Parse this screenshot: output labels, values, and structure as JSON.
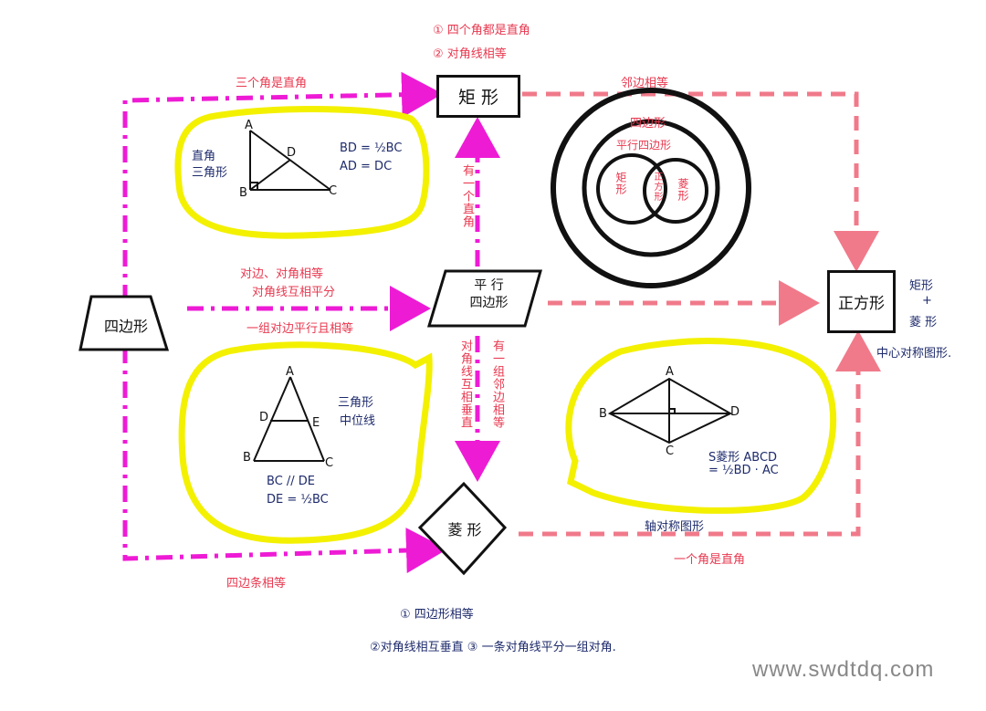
{
  "nodes": {
    "quadrilateral": "四边形",
    "parallelogram_line1": "平  行",
    "parallelogram_line2": "四边形",
    "rectangle": "矩 形",
    "rhombus": "菱 形",
    "square": "正方形"
  },
  "edges": {
    "quad_to_rect": "三个角是直角",
    "quad_to_para_1": "对边、对角相等",
    "quad_to_para_2": "对角线互相平分",
    "quad_to_para_3": "一组对边平行且相等",
    "quad_to_rhombus": "四边条相等",
    "para_to_rect": "有一个直角",
    "para_to_rhombus_a": "对角线互相垂直",
    "para_to_rhombus_b": "有一组邻边相等",
    "rect_to_square": "邻边相等",
    "rhombus_to_square": "一个角是直角"
  },
  "notes": {
    "rect_props_1": "① 四个角都是直角",
    "rect_props_2": "② 对角线相等",
    "rhombus_props_1": "① 四边形相等",
    "rhombus_props_2": "②对角线相互垂直  ③ 一条对角线平分一组对角.",
    "square_note_1": "矩形",
    "square_note_plus": "+",
    "square_note_2": "菱 形",
    "square_note_3": "中心对称图形.",
    "rhombus_symmetry": "轴对称图形"
  },
  "bubbles": {
    "right_triangle": {
      "title_1": "直角",
      "title_2": "三角形",
      "formula_1": "BD = ½BC",
      "formula_2": "AD = DC",
      "A": "A",
      "B": "B",
      "C": "C",
      "D": "D"
    },
    "midline": {
      "title_1": "三角形",
      "title_2": "中位线",
      "formula_1": "BC // DE",
      "formula_2": "DE = ½BC",
      "A": "A",
      "B": "B",
      "C": "C",
      "D": "D",
      "E": "E"
    },
    "rhombus_area": {
      "formula_1": "S菱形 ABCD",
      "formula_2": "= ½BD · AC",
      "A": "A",
      "B": "B",
      "C": "C",
      "D": "D"
    }
  },
  "venn": {
    "outer": "四边形",
    "middle": "平行四边形",
    "left": "矩形",
    "right": "菱形",
    "overlap": "正方形"
  },
  "watermark": "www.swdtdq.com",
  "colors": {
    "magenta": "#ee1bd5",
    "pink": "#f07a8a",
    "yellow": "#f3f000",
    "red_text": "#e8384f",
    "blue_text": "#1d2a6b"
  }
}
